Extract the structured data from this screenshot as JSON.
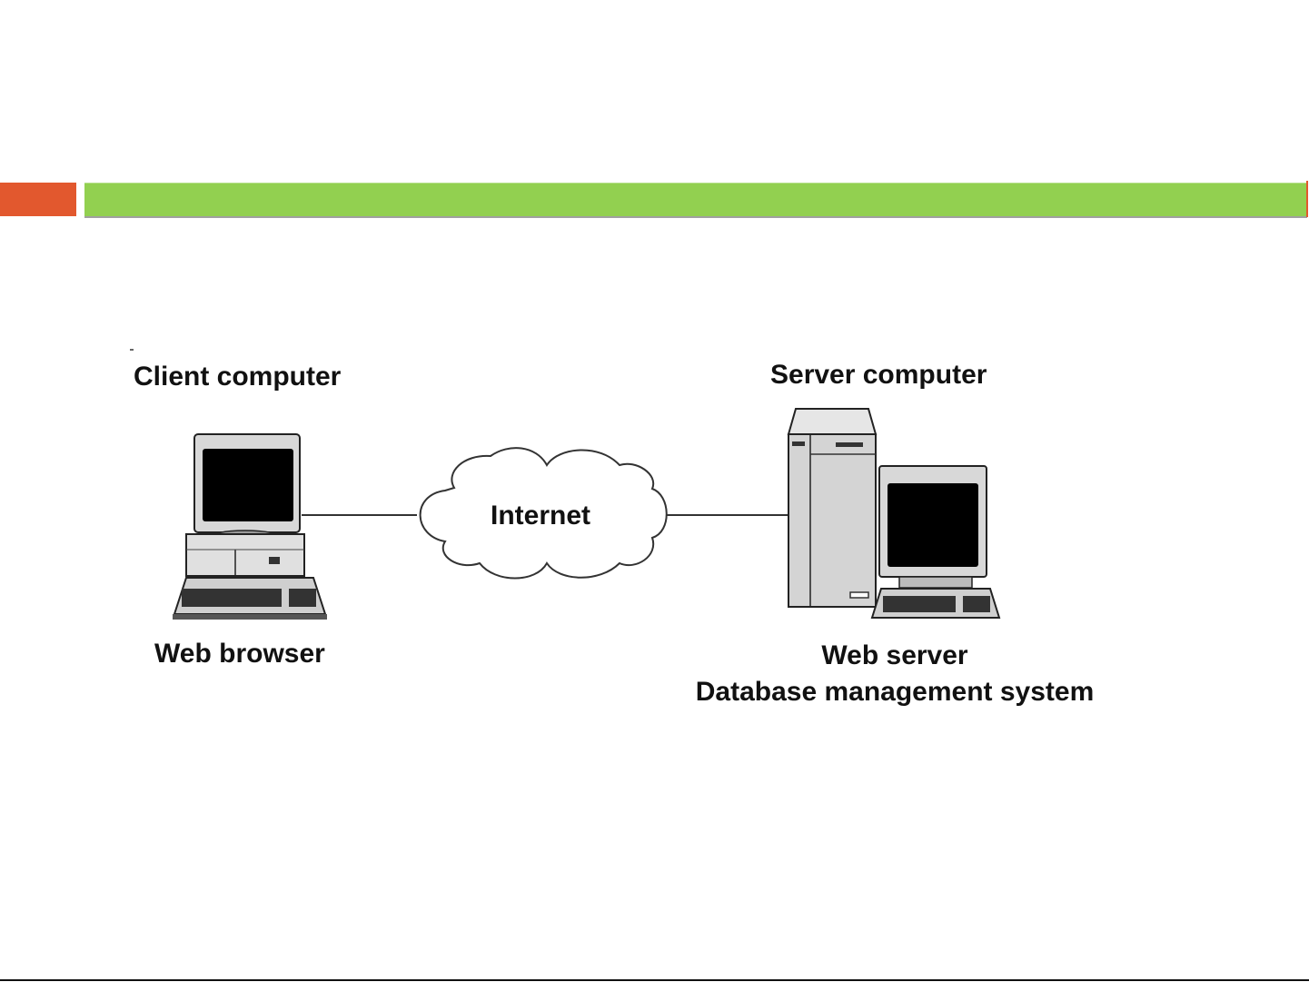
{
  "slide": {
    "header_bar": {
      "accent_color": "#e2582e",
      "bar_color": "#92d050"
    }
  },
  "diagram": {
    "client": {
      "title": "Client computer",
      "role": "Web browser",
      "icon": "desktop-computer-icon"
    },
    "network": {
      "label": "Internet",
      "icon": "cloud-icon"
    },
    "server": {
      "title": "Server computer",
      "roles": [
        "Web server",
        "Database management system"
      ],
      "icon": "server-tower-icon"
    },
    "connections": [
      {
        "from": "client",
        "to": "network"
      },
      {
        "from": "network",
        "to": "server"
      }
    ]
  }
}
